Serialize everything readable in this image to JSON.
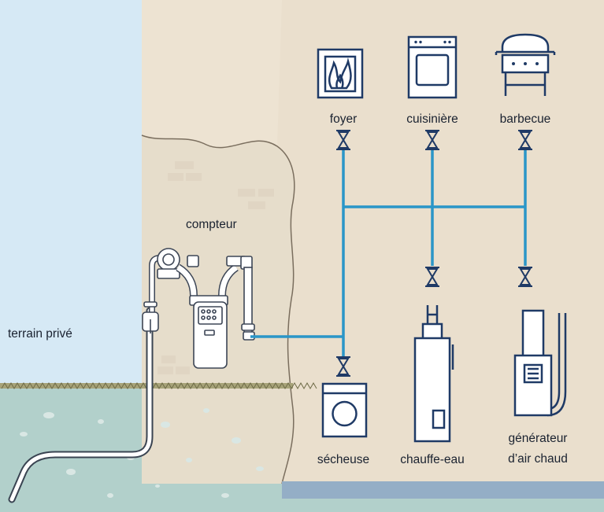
{
  "labels": {
    "terrain": "terrain privé",
    "compteur": "compteur",
    "foyer": "foyer",
    "cuisiniere": "cuisinière",
    "barbecue": "barbecue",
    "secheuse": "sécheuse",
    "chauffe_eau": "chauffe-eau",
    "generateur_line1": "générateur",
    "generateur_line2": "d’air chaud"
  },
  "colors": {
    "sky": "#d6e9f5",
    "house_wall": "#ede3d2",
    "foundation": "#e6ddcb",
    "ground": "#b2d0cb",
    "grass": "#8f8f62",
    "pipe_blue": "#2a96c8",
    "icon_navy": "#1f3a66",
    "meter_outline": "#3d4656",
    "floor_slab": "#94aec6"
  },
  "icons": [
    "fireplace-icon",
    "stove-icon",
    "barbecue-icon",
    "dryer-icon",
    "water-heater-icon",
    "furnace-icon",
    "gas-meter-icon",
    "shutoff-valve-icon"
  ]
}
